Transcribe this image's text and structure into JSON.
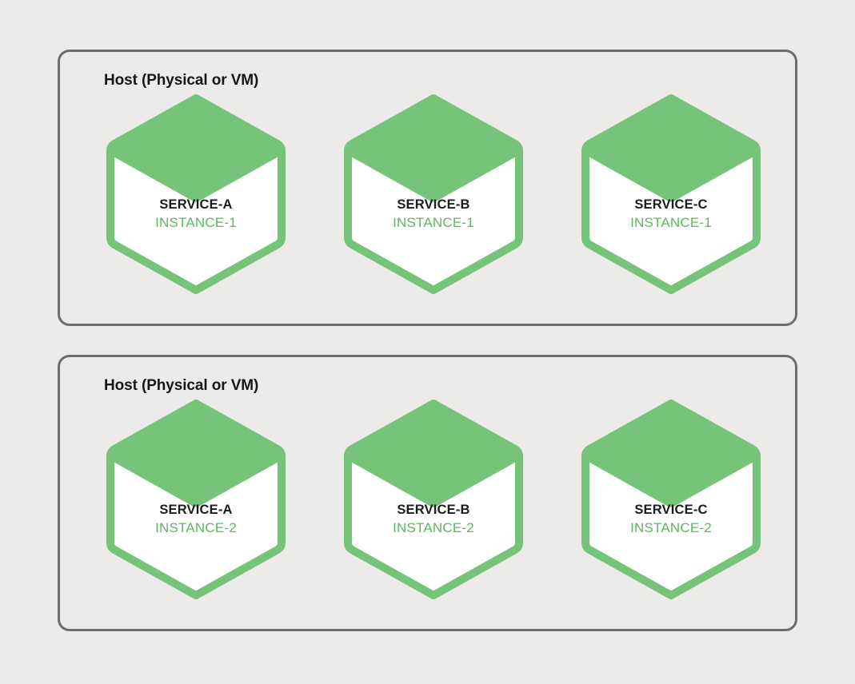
{
  "page": {
    "background_color": "#ECEBE9",
    "title": "Host Service Instances Diagram"
  },
  "theme": {
    "hex_green": "#76C47A",
    "instance_text_green": "#5CB85C",
    "service_text_color": "#1A1C1F",
    "box_border_gray": "#6B6E70",
    "box_fill": "#ECEBE9",
    "hex_body_fill": "#FFFFFF"
  },
  "hosts": [
    {
      "label": "Host (Physical or VM)",
      "nodes": [
        {
          "service": "SERVICE-A",
          "instance": "INSTANCE-1",
          "icon": "hexagon-service-icon"
        },
        {
          "service": "SERVICE-B",
          "instance": "INSTANCE-1",
          "icon": "hexagon-service-icon"
        },
        {
          "service": "SERVICE-C",
          "instance": "INSTANCE-1",
          "icon": "hexagon-service-icon"
        }
      ]
    },
    {
      "label": "Host (Physical or VM)",
      "nodes": [
        {
          "service": "SERVICE-A",
          "instance": "INSTANCE-2",
          "icon": "hexagon-service-icon"
        },
        {
          "service": "SERVICE-B",
          "instance": "INSTANCE-2",
          "icon": "hexagon-service-icon"
        },
        {
          "service": "SERVICE-C",
          "instance": "INSTANCE-2",
          "icon": "hexagon-service-icon"
        }
      ]
    }
  ]
}
